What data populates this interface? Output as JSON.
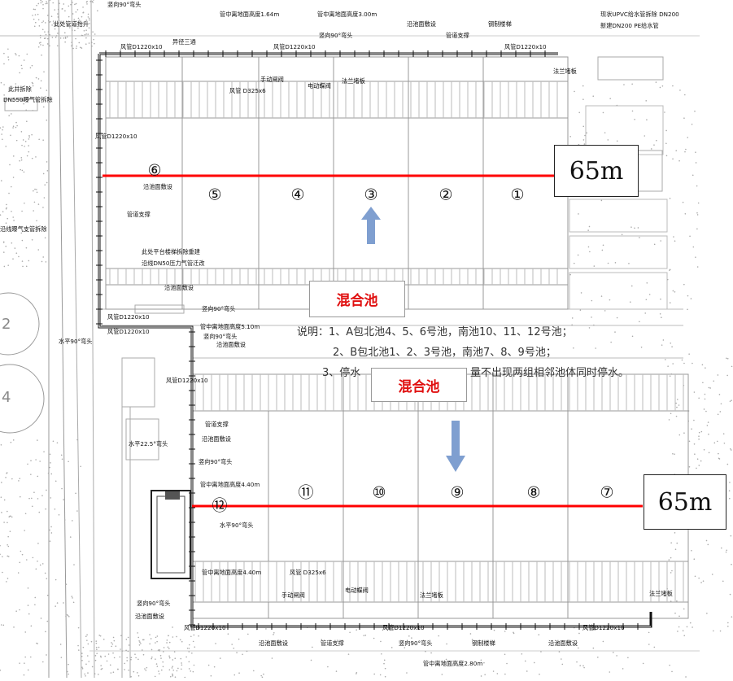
{
  "pools_north": [
    "⑥",
    "⑤",
    "④",
    "③",
    "②",
    "①"
  ],
  "pools_south": [
    "⑪",
    "⑩",
    "⑨",
    "⑧",
    "⑦",
    "⑫"
  ],
  "length_label_north": "65m",
  "length_label_south": "65m",
  "mixed_pool_label_north": "混合池",
  "mixed_pool_label_south": "混合池",
  "notes": {
    "line1": "说明：1、A包北池4、5、6号池，南池10、11、12号池；",
    "line2": "2、B包北池1、2、3号池，南池7、8、9号池；",
    "line3": "3、停水"
  },
  "annotations": {
    "a1": "此处管道抬升",
    "a2": "竖向90°弯头",
    "a3": "管中离地面高度1.64m",
    "a4": "管中离地面高度3.00m",
    "a5": "沿池面敷设",
    "a6": "钢制楼梯",
    "a7": "现状UPVC给水管拆除 DN200",
    "a8": "新建DN200 PE给水管",
    "a9": "风管D1220x10",
    "a10": "异径三通",
    "a11": "竖向90°弯头",
    "a12": "管道支撑",
    "a13": "风管D1220x10",
    "a14": "法兰堵板",
    "a15": "手动闸阀",
    "a16": "电动蝶阀",
    "a17": "法兰堵板",
    "a18": "风管 D325x6",
    "a19": "此井拆除",
    "a20": "DN550曝气管拆除",
    "a21": "风管D1220x10",
    "a22": "沿池面敷设",
    "a23": "管道支撑",
    "a24": "沿线曝气支管拆除",
    "a25": "此处平台楼梯拆除重建",
    "a26": "沿线DN50压力气管迁改",
    "a27": "沿池面敷设",
    "a28": "风管D1220x10",
    "a29": "竖向90°弯头",
    "a30": "风管D1220x10",
    "a31": "管中离地面高度5.10m",
    "a32": "竖向90°弯头",
    "a33": "水平90°弯头",
    "a34": "沿池面敷设",
    "a35": "风管D1220x10",
    "a36": "管道支撑",
    "a37": "沿池面敷设",
    "a38": "水平22.5°弯头",
    "a39": "竖向90°弯头",
    "a40": "管中离地面高度4.40m",
    "a41": "水平90°弯头",
    "a42": "管中离地面高度4.40m",
    "a43": "风管 D325x6",
    "a44": "电动蝶阀",
    "a45": "手动闸阀",
    "a46": "法兰堵板",
    "a47": "法兰堵板",
    "a48": "竖向90°弯头",
    "a49": "沿池面敷设",
    "a50": "风管D1220x10",
    "a51": "沿池面敷设",
    "a52": "管道支撑",
    "a53": "风管D1220x10",
    "a54": "竖向90°弯头",
    "a55": "钢制楼梯",
    "a56": "沿池面敷设",
    "a57": "风管D1220x10",
    "a58": "管中离地面高度2.80m",
    "a59": "风管D1220x10",
    "side_2": "2",
    "side_4": "4",
    "note_tail": "量不出现两组相邻池体同时停水。"
  },
  "colors": {
    "red_line": "#ff0000",
    "arrow": "#7f9fd0",
    "mix_text": "#e01010",
    "pipe": "#111111",
    "grid": "#b8b8b8"
  },
  "icons": {
    "north_arrow": "arrow-up-icon",
    "south_arrow": "arrow-down-icon"
  }
}
